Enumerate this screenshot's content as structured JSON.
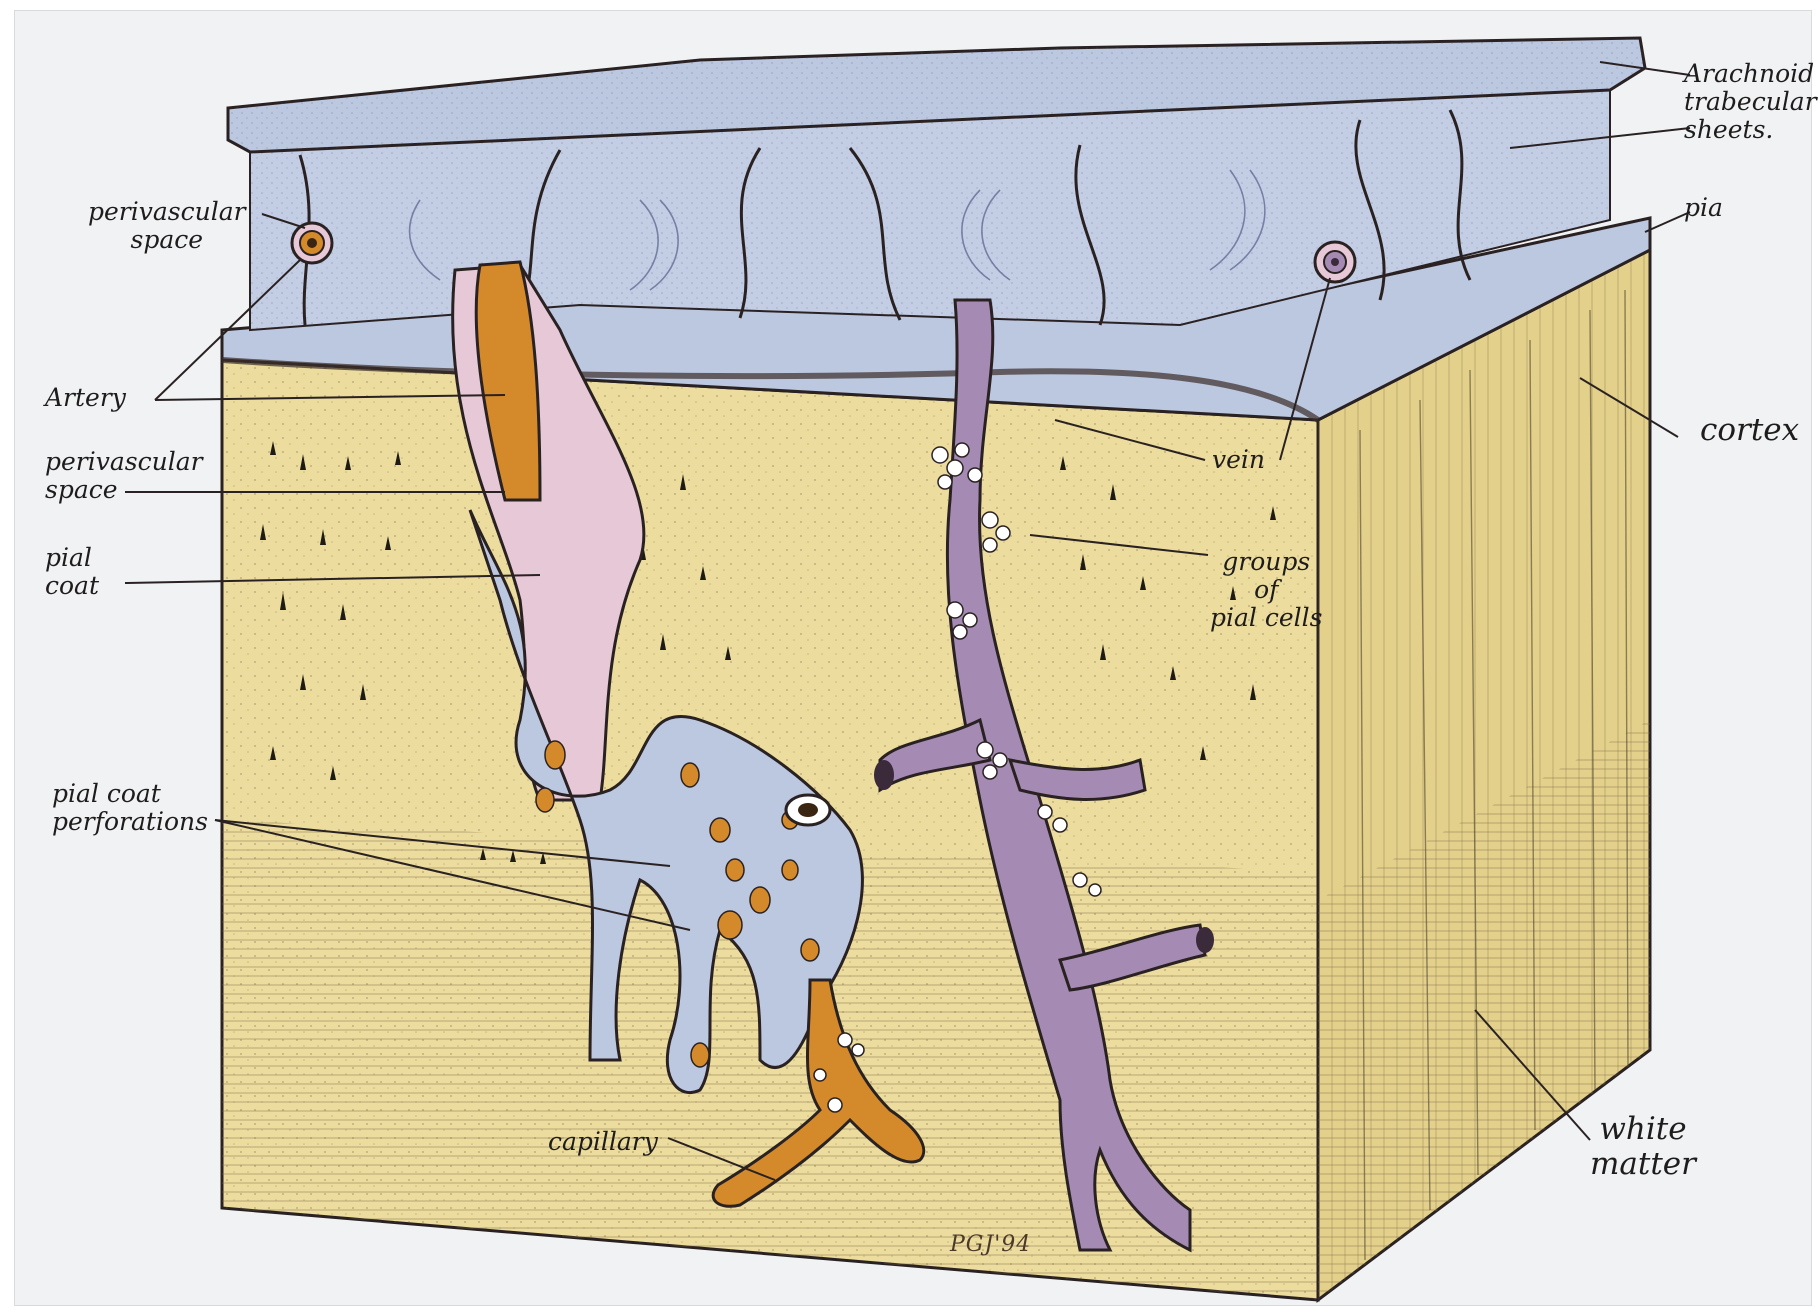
{
  "labels": {
    "arachnoid_sheets": "Arachnoid\ntrabecular\nsheets.",
    "pia": "pia",
    "cortex": "cortex",
    "perivascular_top": "perivascular\nspace",
    "artery": "Artery",
    "perivascular_mid": "perivascular\nspace",
    "pial_coat": "pial\ncoat",
    "vein": "vein",
    "pial_cells": "groups\nof\npial cells",
    "perforations": "pial coat\nperforations",
    "capillary": "capillary",
    "white_matter": "white\nmatter"
  },
  "signature": "PGJ'94",
  "colors": {
    "arachnoid": "#bcc7e0",
    "cortex_face": "#ecdc9d",
    "cortex_side": "#e3d08a",
    "pia_sheath": "#e6c8d6",
    "artery": "#d48a2a",
    "vein": "#a58bb3",
    "outline": "#2a2222"
  }
}
